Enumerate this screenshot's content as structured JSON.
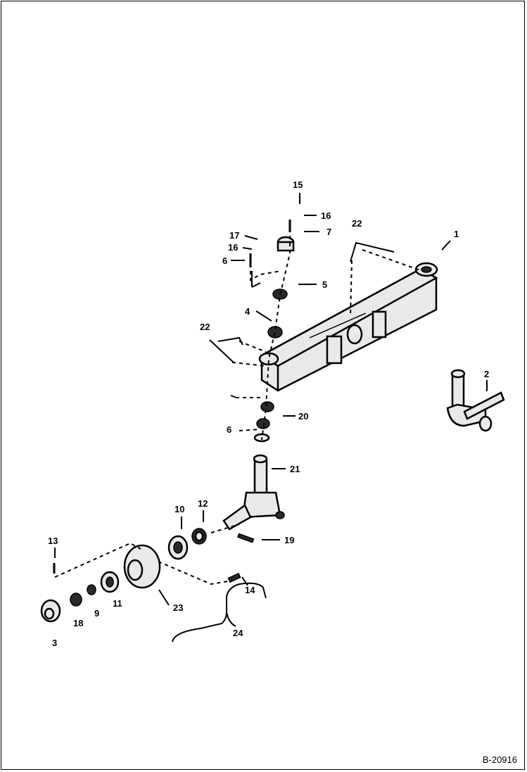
{
  "diagram": {
    "reference_code": "B-20916",
    "callouts": [
      {
        "id": "c1",
        "text": "1"
      },
      {
        "id": "c2",
        "text": "2"
      },
      {
        "id": "c3",
        "text": "3"
      },
      {
        "id": "c4",
        "text": "4"
      },
      {
        "id": "c5",
        "text": "5"
      },
      {
        "id": "c6",
        "text": "6"
      },
      {
        "id": "c7",
        "text": "7"
      },
      {
        "id": "c9",
        "text": "9"
      },
      {
        "id": "c10",
        "text": "10"
      },
      {
        "id": "c11",
        "text": "11"
      },
      {
        "id": "c12",
        "text": "12"
      },
      {
        "id": "c13",
        "text": "13"
      },
      {
        "id": "c14",
        "text": "14"
      },
      {
        "id": "c15",
        "text": "15"
      },
      {
        "id": "c16a",
        "text": "16"
      },
      {
        "id": "c16b",
        "text": "16"
      },
      {
        "id": "c17",
        "text": "17"
      },
      {
        "id": "c18",
        "text": "18"
      },
      {
        "id": "c19",
        "text": "19"
      },
      {
        "id": "c20",
        "text": "20"
      },
      {
        "id": "c21",
        "text": "21"
      },
      {
        "id": "c22a",
        "text": "22"
      },
      {
        "id": "c22b",
        "text": "22"
      },
      {
        "id": "c23",
        "text": "23"
      },
      {
        "id": "c24",
        "text": "24"
      },
      {
        "id": "c6b",
        "text": "6"
      }
    ]
  }
}
